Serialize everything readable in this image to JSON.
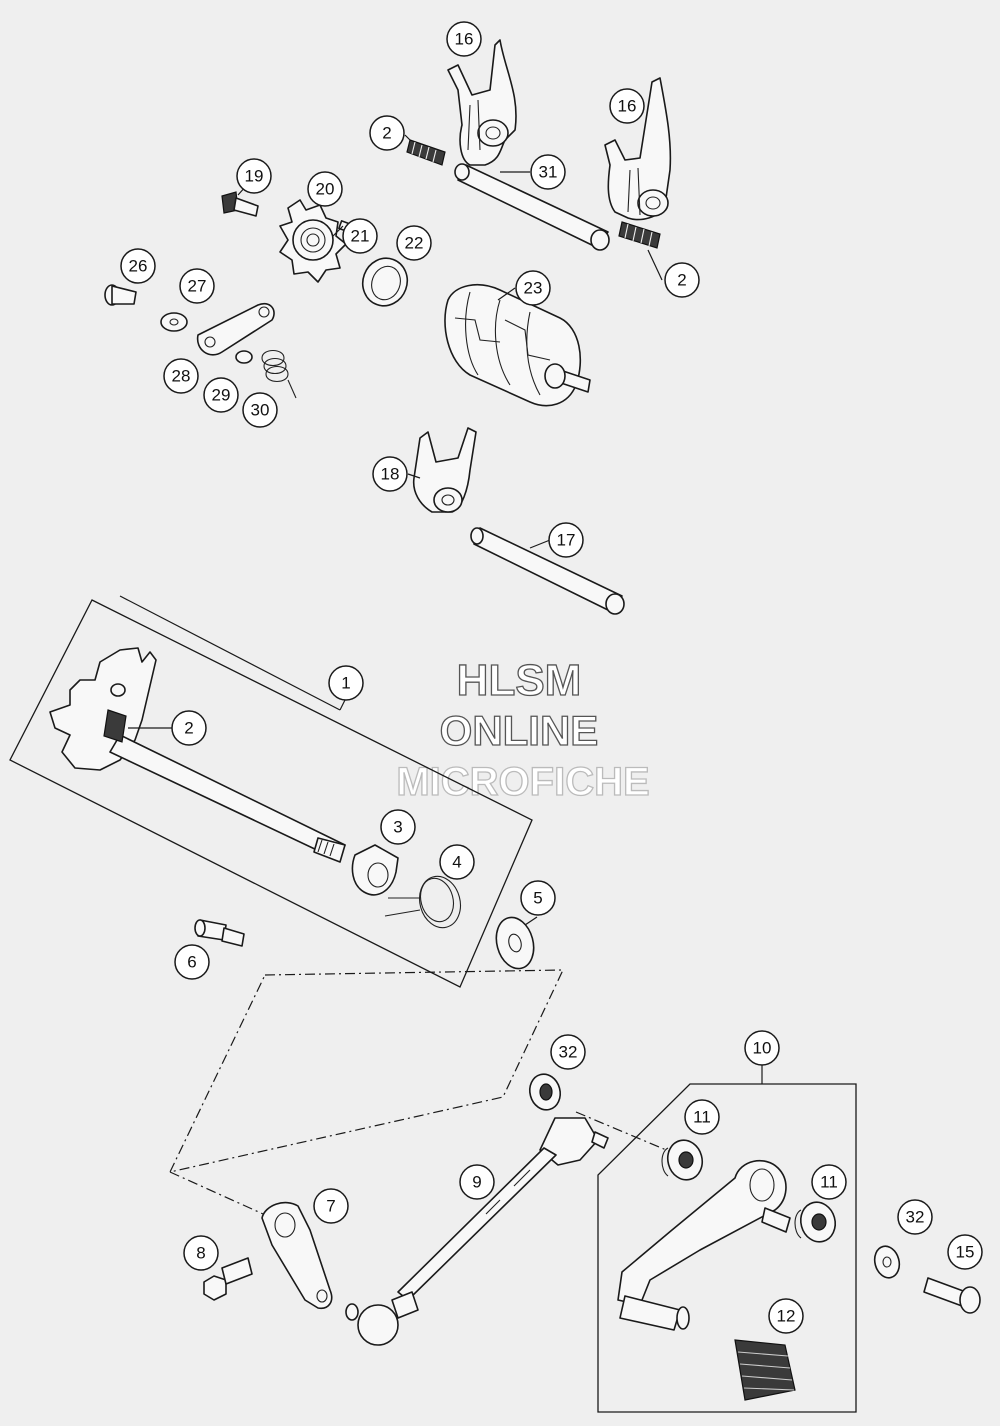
{
  "watermark": {
    "line1": "HLSM",
    "line2": "ONLINE",
    "line3": "MICROFICHE"
  },
  "callouts": [
    {
      "id": "c16a",
      "label": "16"
    },
    {
      "id": "c16b",
      "label": "16"
    },
    {
      "id": "c2a",
      "label": "2"
    },
    {
      "id": "c31",
      "label": "31"
    },
    {
      "id": "c19",
      "label": "19"
    },
    {
      "id": "c20",
      "label": "20"
    },
    {
      "id": "c21",
      "label": "21"
    },
    {
      "id": "c22",
      "label": "22"
    },
    {
      "id": "c2b",
      "label": "2"
    },
    {
      "id": "c26",
      "label": "26"
    },
    {
      "id": "c27",
      "label": "27"
    },
    {
      "id": "c23",
      "label": "23"
    },
    {
      "id": "c28",
      "label": "28"
    },
    {
      "id": "c29",
      "label": "29"
    },
    {
      "id": "c30",
      "label": "30"
    },
    {
      "id": "c18",
      "label": "18"
    },
    {
      "id": "c17",
      "label": "17"
    },
    {
      "id": "c1",
      "label": "1"
    },
    {
      "id": "c2c",
      "label": "2"
    },
    {
      "id": "c3",
      "label": "3"
    },
    {
      "id": "c4",
      "label": "4"
    },
    {
      "id": "c5",
      "label": "5"
    },
    {
      "id": "c6",
      "label": "6"
    },
    {
      "id": "c32a",
      "label": "32"
    },
    {
      "id": "c10",
      "label": "10"
    },
    {
      "id": "c11a",
      "label": "11"
    },
    {
      "id": "c9",
      "label": "9"
    },
    {
      "id": "c11b",
      "label": "11"
    },
    {
      "id": "c7",
      "label": "7"
    },
    {
      "id": "c32b",
      "label": "32"
    },
    {
      "id": "c8",
      "label": "8"
    },
    {
      "id": "c15",
      "label": "15"
    },
    {
      "id": "c12",
      "label": "12"
    }
  ]
}
